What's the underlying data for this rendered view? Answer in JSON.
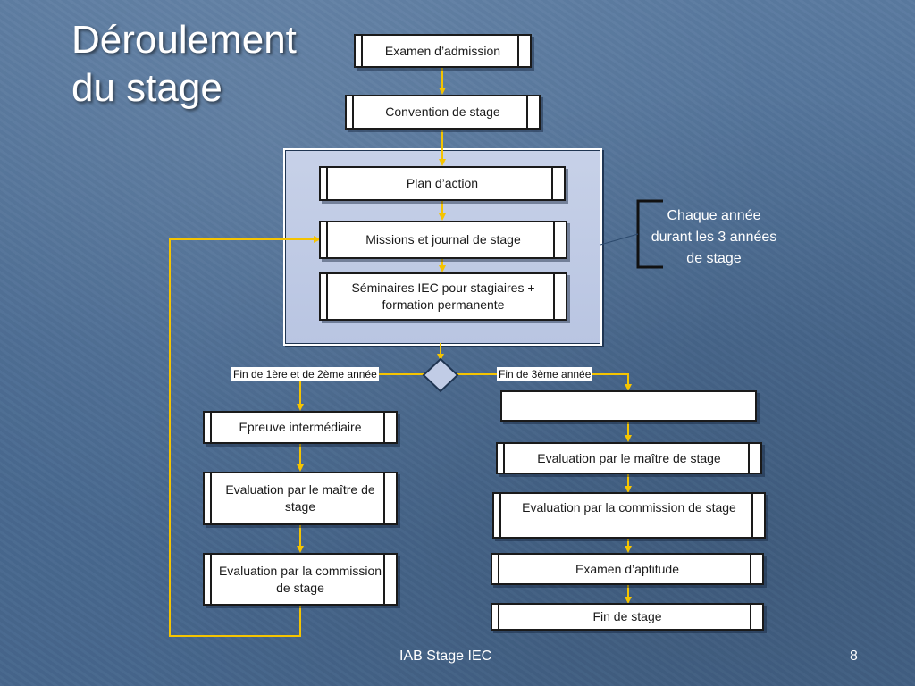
{
  "slide": {
    "title_line1": "Déroulement",
    "title_line2": "du stage",
    "footer_center": "IAB Stage IEC",
    "page_number": "8"
  },
  "flow": {
    "examen_admission": "Examen d’admission",
    "convention": "Convention de stage",
    "plan_action": "Plan d’action",
    "missions": "Missions et journal de stage",
    "seminaires": "Séminaires IEC pour stagiaires + formation permanente",
    "label_left": "Fin de 1ère et de 2ème année",
    "label_right": "Fin de 3ème année",
    "epreuve": "Epreuve intermédiaire",
    "eval_maitre_left": "Evaluation par le maître de stage",
    "eval_commission_left": "Evaluation par la commission de stage",
    "eval_maitre_right": "Evaluation par le maître de stage",
    "eval_commission_right": "Evaluation par la commission de stage",
    "examen_aptitude": "Examen d’aptitude",
    "fin_stage": "Fin de stage"
  },
  "note": "Chaque année durant les 3 années de stage",
  "colors": {
    "arrow": "#f5c400",
    "background": "#4f6f95",
    "panel": "#c1cce6"
  }
}
